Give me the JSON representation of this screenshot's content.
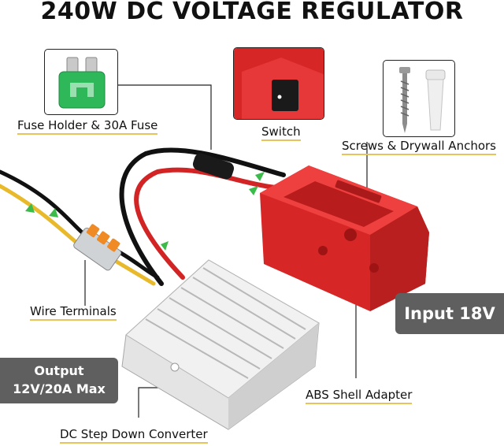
{
  "title": "240W DC VOLTAGE REGULATOR",
  "callouts": {
    "fuse": "Fuse Holder & 30A Fuse",
    "switch": "Switch",
    "screws": "Screws & Drywall Anchors",
    "terminals": "Wire Terminals",
    "shell": "ABS Shell Adapter",
    "converter": "DC Step Down Converter"
  },
  "tags": {
    "input": "Input 18V",
    "output_line1": "Output",
    "output_line2": "12V/20A Max"
  },
  "colors": {
    "adapter_red": "#e02a2a",
    "fuse_green": "#2fb85a",
    "converter_silver": "#d6d6d6",
    "tag_gray": "#5f5f5f",
    "underline_gold": "#e8c25a"
  }
}
